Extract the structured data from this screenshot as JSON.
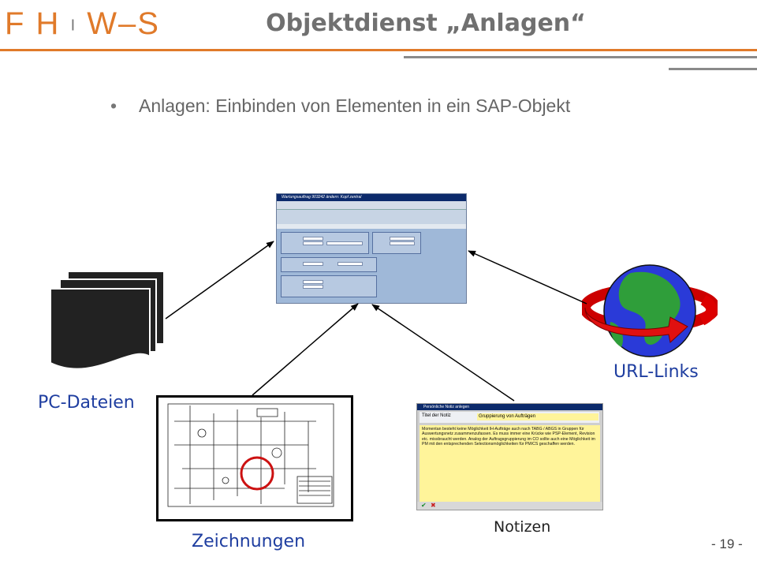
{
  "header": {
    "logo_text": "FH W-S",
    "logo_left": "F H",
    "logo_sep": "I",
    "logo_right": "W–S",
    "title": "Objektdienst „Anlagen“"
  },
  "bullet": {
    "marker": "•",
    "text": "Anlagen: Einbinden von Elementen in ein SAP-Objekt"
  },
  "captions": {
    "pc_files": "PC-Dateien",
    "url_links": "URL-Links",
    "drawings": "Zeichnungen",
    "notes": "Notizen"
  },
  "sap_window": {
    "title": "Wartungsauftrag 903242 ändern: Kopf zentral"
  },
  "note_window": {
    "header": "Persönliche Notiz anlegen",
    "label": "Titel der Notiz",
    "title_value": "Gruppierung von Aufträgen",
    "body": "Momentan besteht keine Möglichkeit IH-Aufträge auch nach TABG / ABGS in Gruppen für Auswertungsnetz zusammenzufassen. Es muss immer eine Krücke wie PSP-Element, Revision etc. missbraucht werden. Analog der Auftragsgruppierung im CO sollte auch eine Möglichkeit im PM mit den entsprechenden Selectionsmöglichkeiten für PM/CS geschaffen werden."
  },
  "footer": {
    "page_number": "- 19 -"
  },
  "colors": {
    "logo": "#e07a2a",
    "accent_line": "#e07a2a",
    "caption": "#1f3ea0",
    "title": "#707070"
  }
}
